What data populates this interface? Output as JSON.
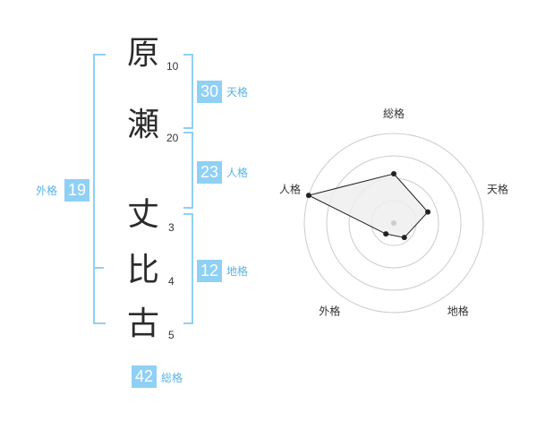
{
  "name_chars": [
    {
      "char": "原",
      "strokes": "10"
    },
    {
      "char": "瀬",
      "strokes": "20"
    },
    {
      "char": "丈",
      "strokes": "3"
    },
    {
      "char": "比",
      "strokes": "4"
    },
    {
      "char": "古",
      "strokes": "5"
    }
  ],
  "scores": {
    "tenkaku": {
      "value": "30",
      "label": "天格"
    },
    "jinkaku": {
      "value": "23",
      "label": "人格"
    },
    "chikaku": {
      "value": "12",
      "label": "地格"
    },
    "gaikaku": {
      "value": "19",
      "label": "外格"
    },
    "soukaku": {
      "value": "42",
      "label": "総格"
    }
  },
  "radar": {
    "labels": [
      "総格",
      "天格",
      "地格",
      "外格",
      "人格"
    ],
    "values": [
      0.55,
      0.4,
      0.2,
      0.15,
      1.0
    ],
    "colors": {
      "grid": "#cccccc",
      "line": "#222222",
      "fill": "#eeeeee",
      "center": "#cccccc"
    }
  }
}
